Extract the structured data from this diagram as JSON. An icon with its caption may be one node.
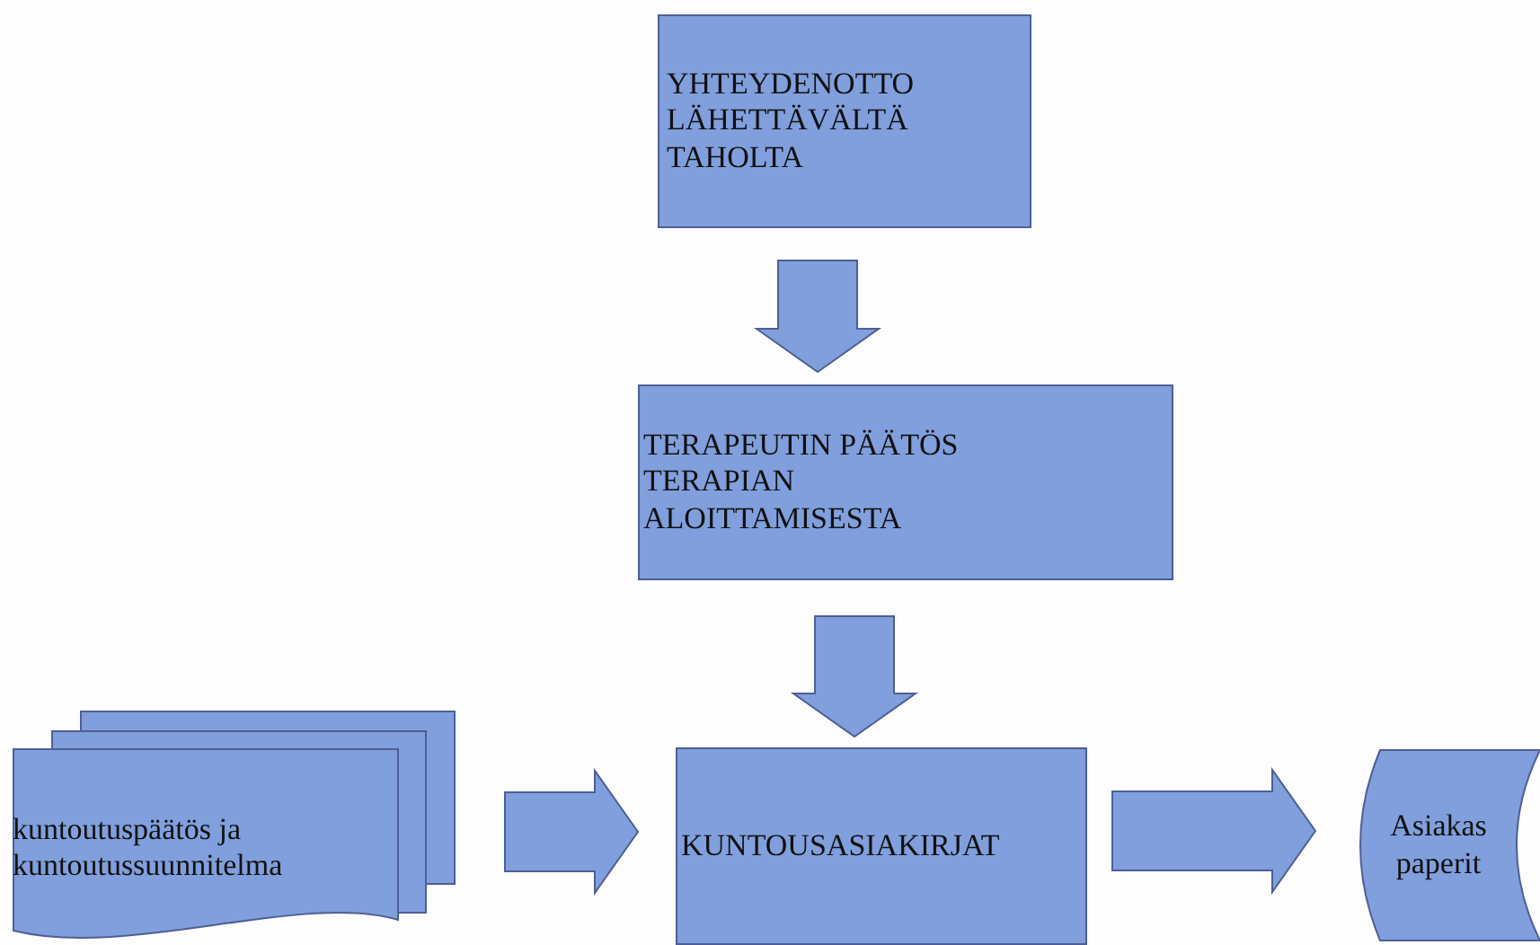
{
  "diagram": {
    "nodes": [
      {
        "text": [
          "YHTEYDENOTTO LÄHETTÄVÄLTÄ TAHOLTA"
        ]
      },
      {
        "text": [
          "TERAPEUTIN PÄÄTÖS TERAPIAN ALOITTAMISESTA"
        ]
      },
      {
        "text": [
          "kuntoutuspäätös ja kuntoutussuunnitelma"
        ]
      },
      {
        "text": [
          "KUNTOUSASIAKIRJAT"
        ]
      },
      {
        "text": [
          "Asiakas paperit"
        ]
      }
    ],
    "edges": [
      {
        "from": 0,
        "to": 1,
        "arrow": "to"
      },
      {
        "from": 1,
        "to": 3,
        "arrow": "to"
      },
      {
        "from": 2,
        "to": 3,
        "arrow": "to"
      },
      {
        "from": 3,
        "to": 4,
        "arrow": "to"
      }
    ]
  }
}
